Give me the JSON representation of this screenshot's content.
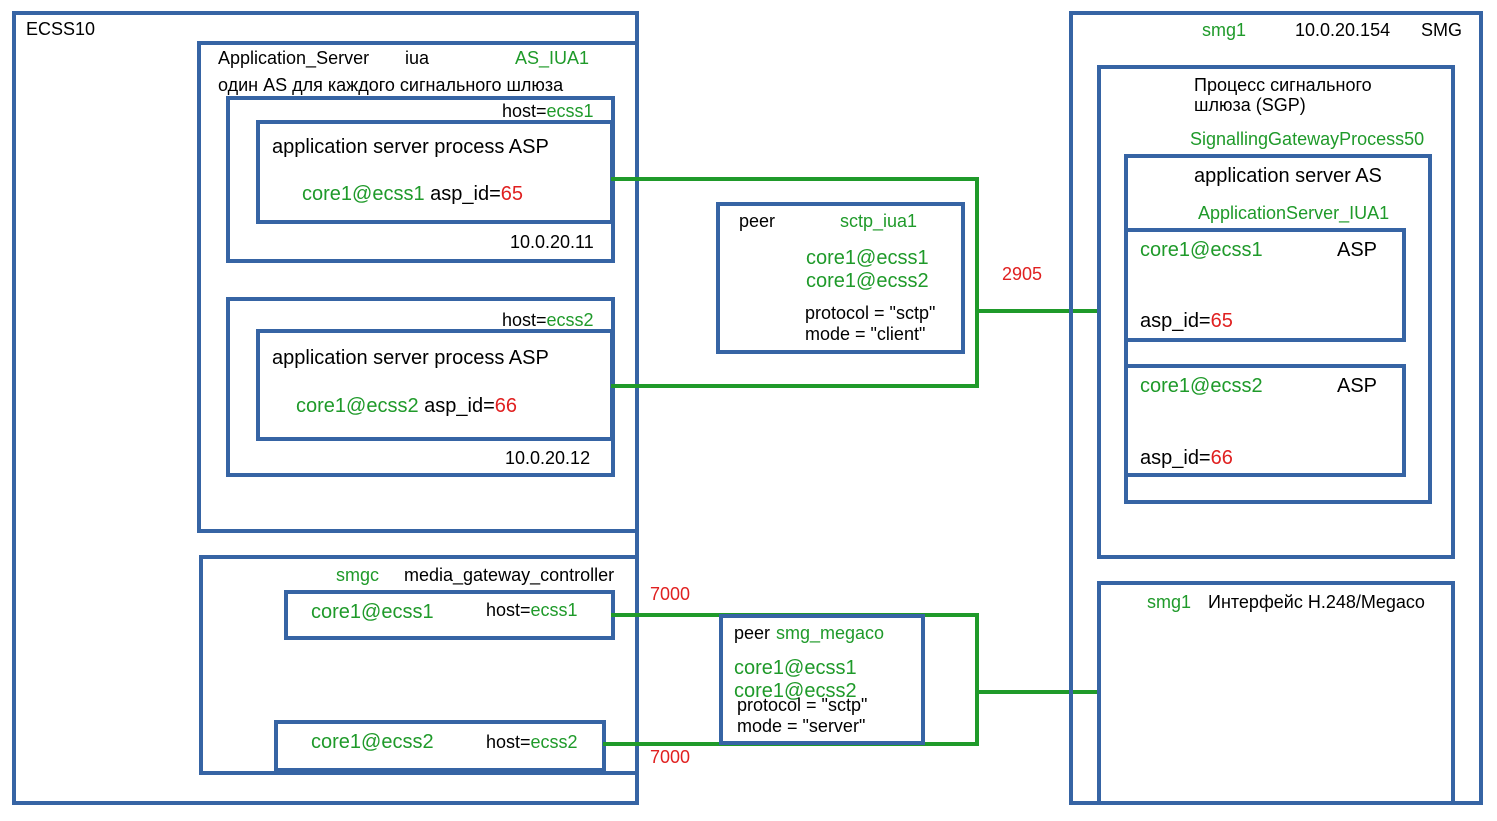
{
  "colors": {
    "box_border": "#3664a4",
    "connection": "#1f9a2a",
    "highlight_green": "#1f9a2a",
    "highlight_red": "#e02020"
  },
  "ecss": {
    "title": "ECSS10",
    "app_server": {
      "label": "Application_Server",
      "protocol": "iua",
      "name": "AS_IUA1",
      "note": "один AS для каждого сигнального шлюза",
      "hosts": [
        {
          "host_prefix": "host=",
          "host": "ecss1",
          "asp_label": "application server process ASP",
          "node": "core1@ecss1",
          "asp_prefix": "asp_id=",
          "asp_id": "65",
          "ip": "10.0.20.11"
        },
        {
          "host_prefix": "host=",
          "host": "ecss2",
          "asp_label": "application server process ASP",
          "node": "core1@ecss2",
          "asp_prefix": "asp_id=",
          "asp_id": "66",
          "ip": "10.0.20.12"
        }
      ]
    },
    "mgc": {
      "name": "smgc",
      "label": "media_gateway_controller",
      "rows": [
        {
          "node": "core1@ecss1",
          "host_prefix": "host=",
          "host": "ecss1"
        },
        {
          "node": "core1@ecss2",
          "host_prefix": "host=",
          "host": "ecss2"
        }
      ]
    }
  },
  "peer_iua": {
    "label": "peer",
    "name": "sctp_iua1",
    "nodes": [
      "core1@ecss1",
      "core1@ecss2"
    ],
    "protocol": "protocol = \"sctp\"",
    "mode": "mode = \"client\"",
    "port": "2905"
  },
  "peer_megaco": {
    "label": "peer",
    "name": "smg_megaco",
    "nodes": [
      "core1@ecss1",
      "core1@ecss2"
    ],
    "protocol": "protocol = \"sctp\"",
    "mode": "mode = \"server\"",
    "port_top": "7000",
    "port_bottom": "7000"
  },
  "smg": {
    "name": "smg1",
    "ip": "10.0.20.154",
    "label": "SMG",
    "sgp": {
      "title_line1": "Процесс сигнального",
      "title_line2": "шлюза (SGP)",
      "name": "SignallingGatewayProcess50",
      "as": {
        "label": "application server AS",
        "name": "ApplicationServer_IUA1",
        "asps": [
          {
            "node": "core1@ecss1",
            "label": "ASP",
            "asp_prefix": "asp_id=",
            "asp_id": "65"
          },
          {
            "node": "core1@ecss2",
            "label": "ASP",
            "asp_prefix": "asp_id=",
            "asp_id": "66"
          }
        ]
      }
    },
    "megaco": {
      "name": "smg1",
      "label": "Интерфейс H.248/Megaco"
    }
  }
}
